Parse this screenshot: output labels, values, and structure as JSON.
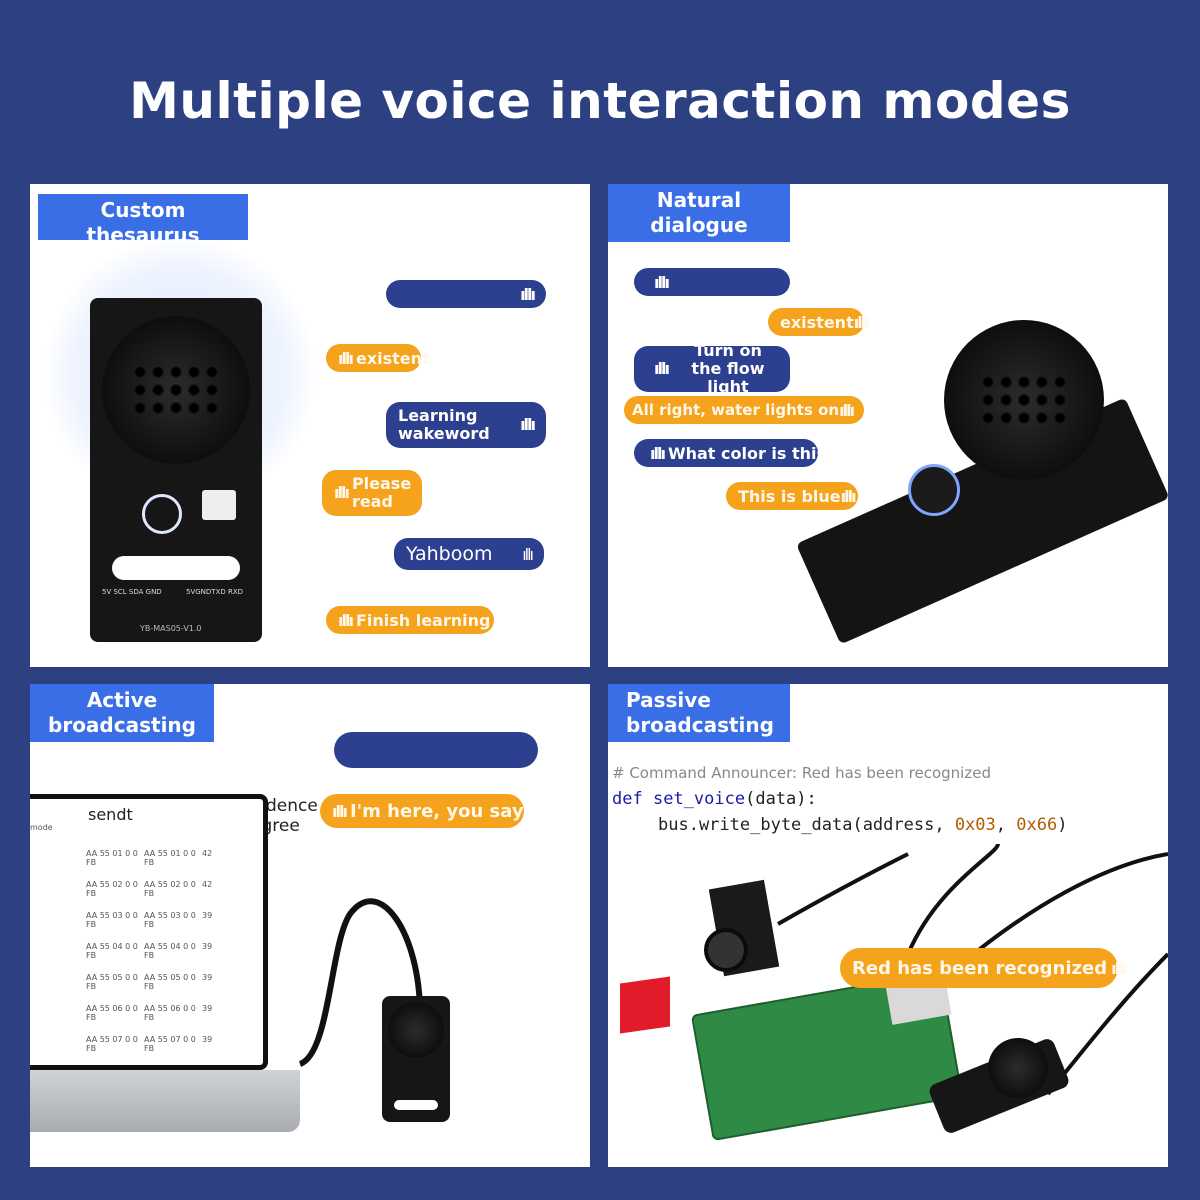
{
  "title": "Multiple voice interaction modes",
  "panels": {
    "custom": {
      "tag": "Custom thesaurus",
      "bubbles": [
        "existent",
        "Learning wakeword",
        "Please read",
        "Yahboom",
        "Finish learning"
      ],
      "board_label": "YB-MAS05-V1.0",
      "pins_left": "5V SCL SDA GND",
      "pins_right": "5VGNDTXD RXD"
    },
    "natural": {
      "tag": "Natural dialogue",
      "bubbles": [
        "existent",
        "Turn on the flow light",
        "All right, water lights on",
        "What color is this",
        "This is blue"
      ]
    },
    "active": {
      "tag": "Active broadcasting",
      "bubbles": [
        "I'm here, you say"
      ],
      "confidence": "Confidence degree",
      "col_mode": "mode",
      "col_sendt": "sendt",
      "rows": [
        {
          "a": "AA 55 01 0 0 FB",
          "b": "AA 55 01 0 0 FB",
          "n": "42"
        },
        {
          "a": "AA 55 02 0 0 FB",
          "b": "AA 55 02 0 0 FB",
          "n": "42"
        },
        {
          "a": "AA 55 03 0 0 FB",
          "b": "AA 55 03 0 0 FB",
          "n": "39"
        },
        {
          "a": "AA 55 04 0 0 FB",
          "b": "AA 55 04 0 0 FB",
          "n": "39"
        },
        {
          "a": "AA 55 05 0 0 FB",
          "b": "AA 55 05 0 0 FB",
          "n": "39"
        },
        {
          "a": "AA 55 06 0 0 FB",
          "b": "AA 55 06 0 0 FB",
          "n": "39"
        },
        {
          "a": "AA 55 07 0 0 FB",
          "b": "AA 55 07 0 0 FB",
          "n": "39"
        }
      ]
    },
    "passive": {
      "tag": "Passive broadcasting",
      "comment": "# Command Announcer: Red has been recognized",
      "code_def": "def",
      "code_fn": "set_voice",
      "code_args": "(data):",
      "code_line2a": "bus.write_byte_data(address, ",
      "code_hex1": "0x03",
      "code_sep": ", ",
      "code_hex2": "0x66",
      "code_close": ")",
      "bubble": "Red has been recognized"
    }
  },
  "colors": {
    "background": "#2d4182",
    "tag": "#3a6ee6",
    "bubble_blue": "#2d3f8f",
    "bubble_orange": "#f5a31c"
  },
  "icons": [
    "sound-wave-icon",
    "speaker-icon",
    "camera-icon",
    "red-cube-icon",
    "laptop-icon"
  ]
}
